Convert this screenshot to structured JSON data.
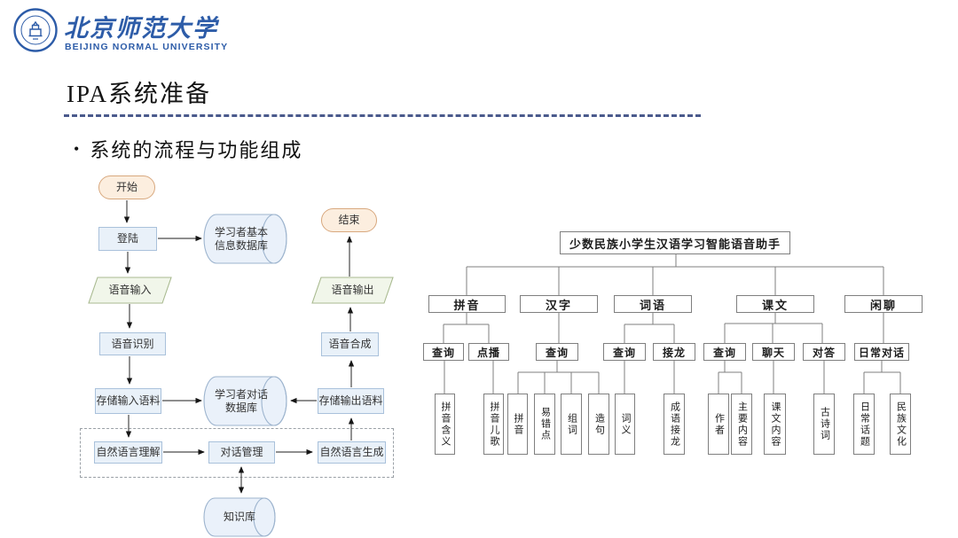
{
  "header": {
    "university_cn": "北京师范大学",
    "university_en": "BEIJING NORMAL UNIVERSITY"
  },
  "slide": {
    "title": "IPA系统准备",
    "bullet_glyph": "•",
    "subtitle": "系统的流程与功能组成"
  },
  "flowchart": {
    "nodes": {
      "start": "开始",
      "login": "登陆",
      "learner_info_db": "学习者基本信息数据库",
      "voice_input": "语音输入",
      "speech_recognition": "语音识别",
      "store_input_corpus": "存储输入语料",
      "learner_dialog_db": "学习者对话数据库",
      "nlu": "自然语言理解",
      "dialog_management": "对话管理",
      "nlg": "自然语言生成",
      "store_output_corpus": "存储输出语料",
      "speech_synthesis": "语音合成",
      "voice_output": "语音输出",
      "end": "结束",
      "knowledge_base": "知识库"
    }
  },
  "tree": {
    "root": "少数民族小学生汉语学习智能语音助手",
    "level1": [
      "拼音",
      "汉字",
      "词语",
      "课文",
      "闲聊"
    ],
    "level2": [
      "查询",
      "点播",
      "查询",
      "查询",
      "接龙",
      "查询",
      "聊天",
      "对答",
      "日常对话"
    ],
    "level3": [
      "拼音含义",
      "拼音儿歌",
      "拼音",
      "易错点",
      "组词",
      "造句",
      "词义",
      "成语接龙",
      "作者",
      "主要内容",
      "课文内容",
      "古诗词",
      "日常话题",
      "民族文化"
    ]
  },
  "colors": {
    "brand_blue": "#2d5ca8",
    "title_rule_blue": "#4a5a8c",
    "process_fill": "#e9f1f9",
    "process_border": "#a9c1db",
    "terminal_fill": "#fceedf",
    "terminal_border": "#d8a87e",
    "io_fill": "#f1f6ea",
    "io_border": "#a9ba90",
    "database_fill": "#eaf1fa",
    "database_border": "#9db4ce",
    "tree_line_gray": "#7f7f7f"
  }
}
